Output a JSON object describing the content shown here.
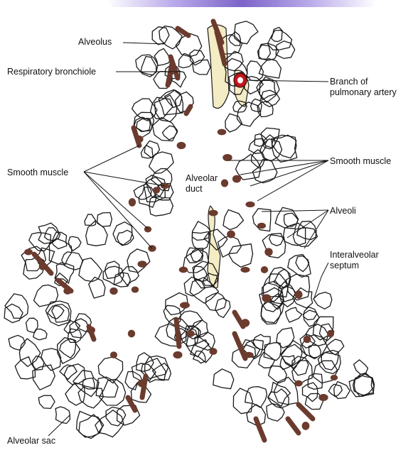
{
  "labels": {
    "alveolus": "Alveolus",
    "respiratory_bronchiole": "Respiratory bronchiole",
    "smooth_muscle_left": "Smooth muscle",
    "alveolar_duct": "Alveolar\nduct",
    "alveolar_sac": "Alveolar sac",
    "branch_pulmonary_artery": "Branch of\npulmonary artery",
    "smooth_muscle_right": "Smooth muscle",
    "alveoli": "Alveoli",
    "interalveolar_septum": "Interalveolar\nseptum"
  },
  "colors": {
    "tissue_outline": "#1a1a1a",
    "tissue_fill": "#f3ecc4",
    "smooth_muscle": "#6b3b2e",
    "artery": "#c0161c",
    "top_band": "#7c64c8"
  }
}
